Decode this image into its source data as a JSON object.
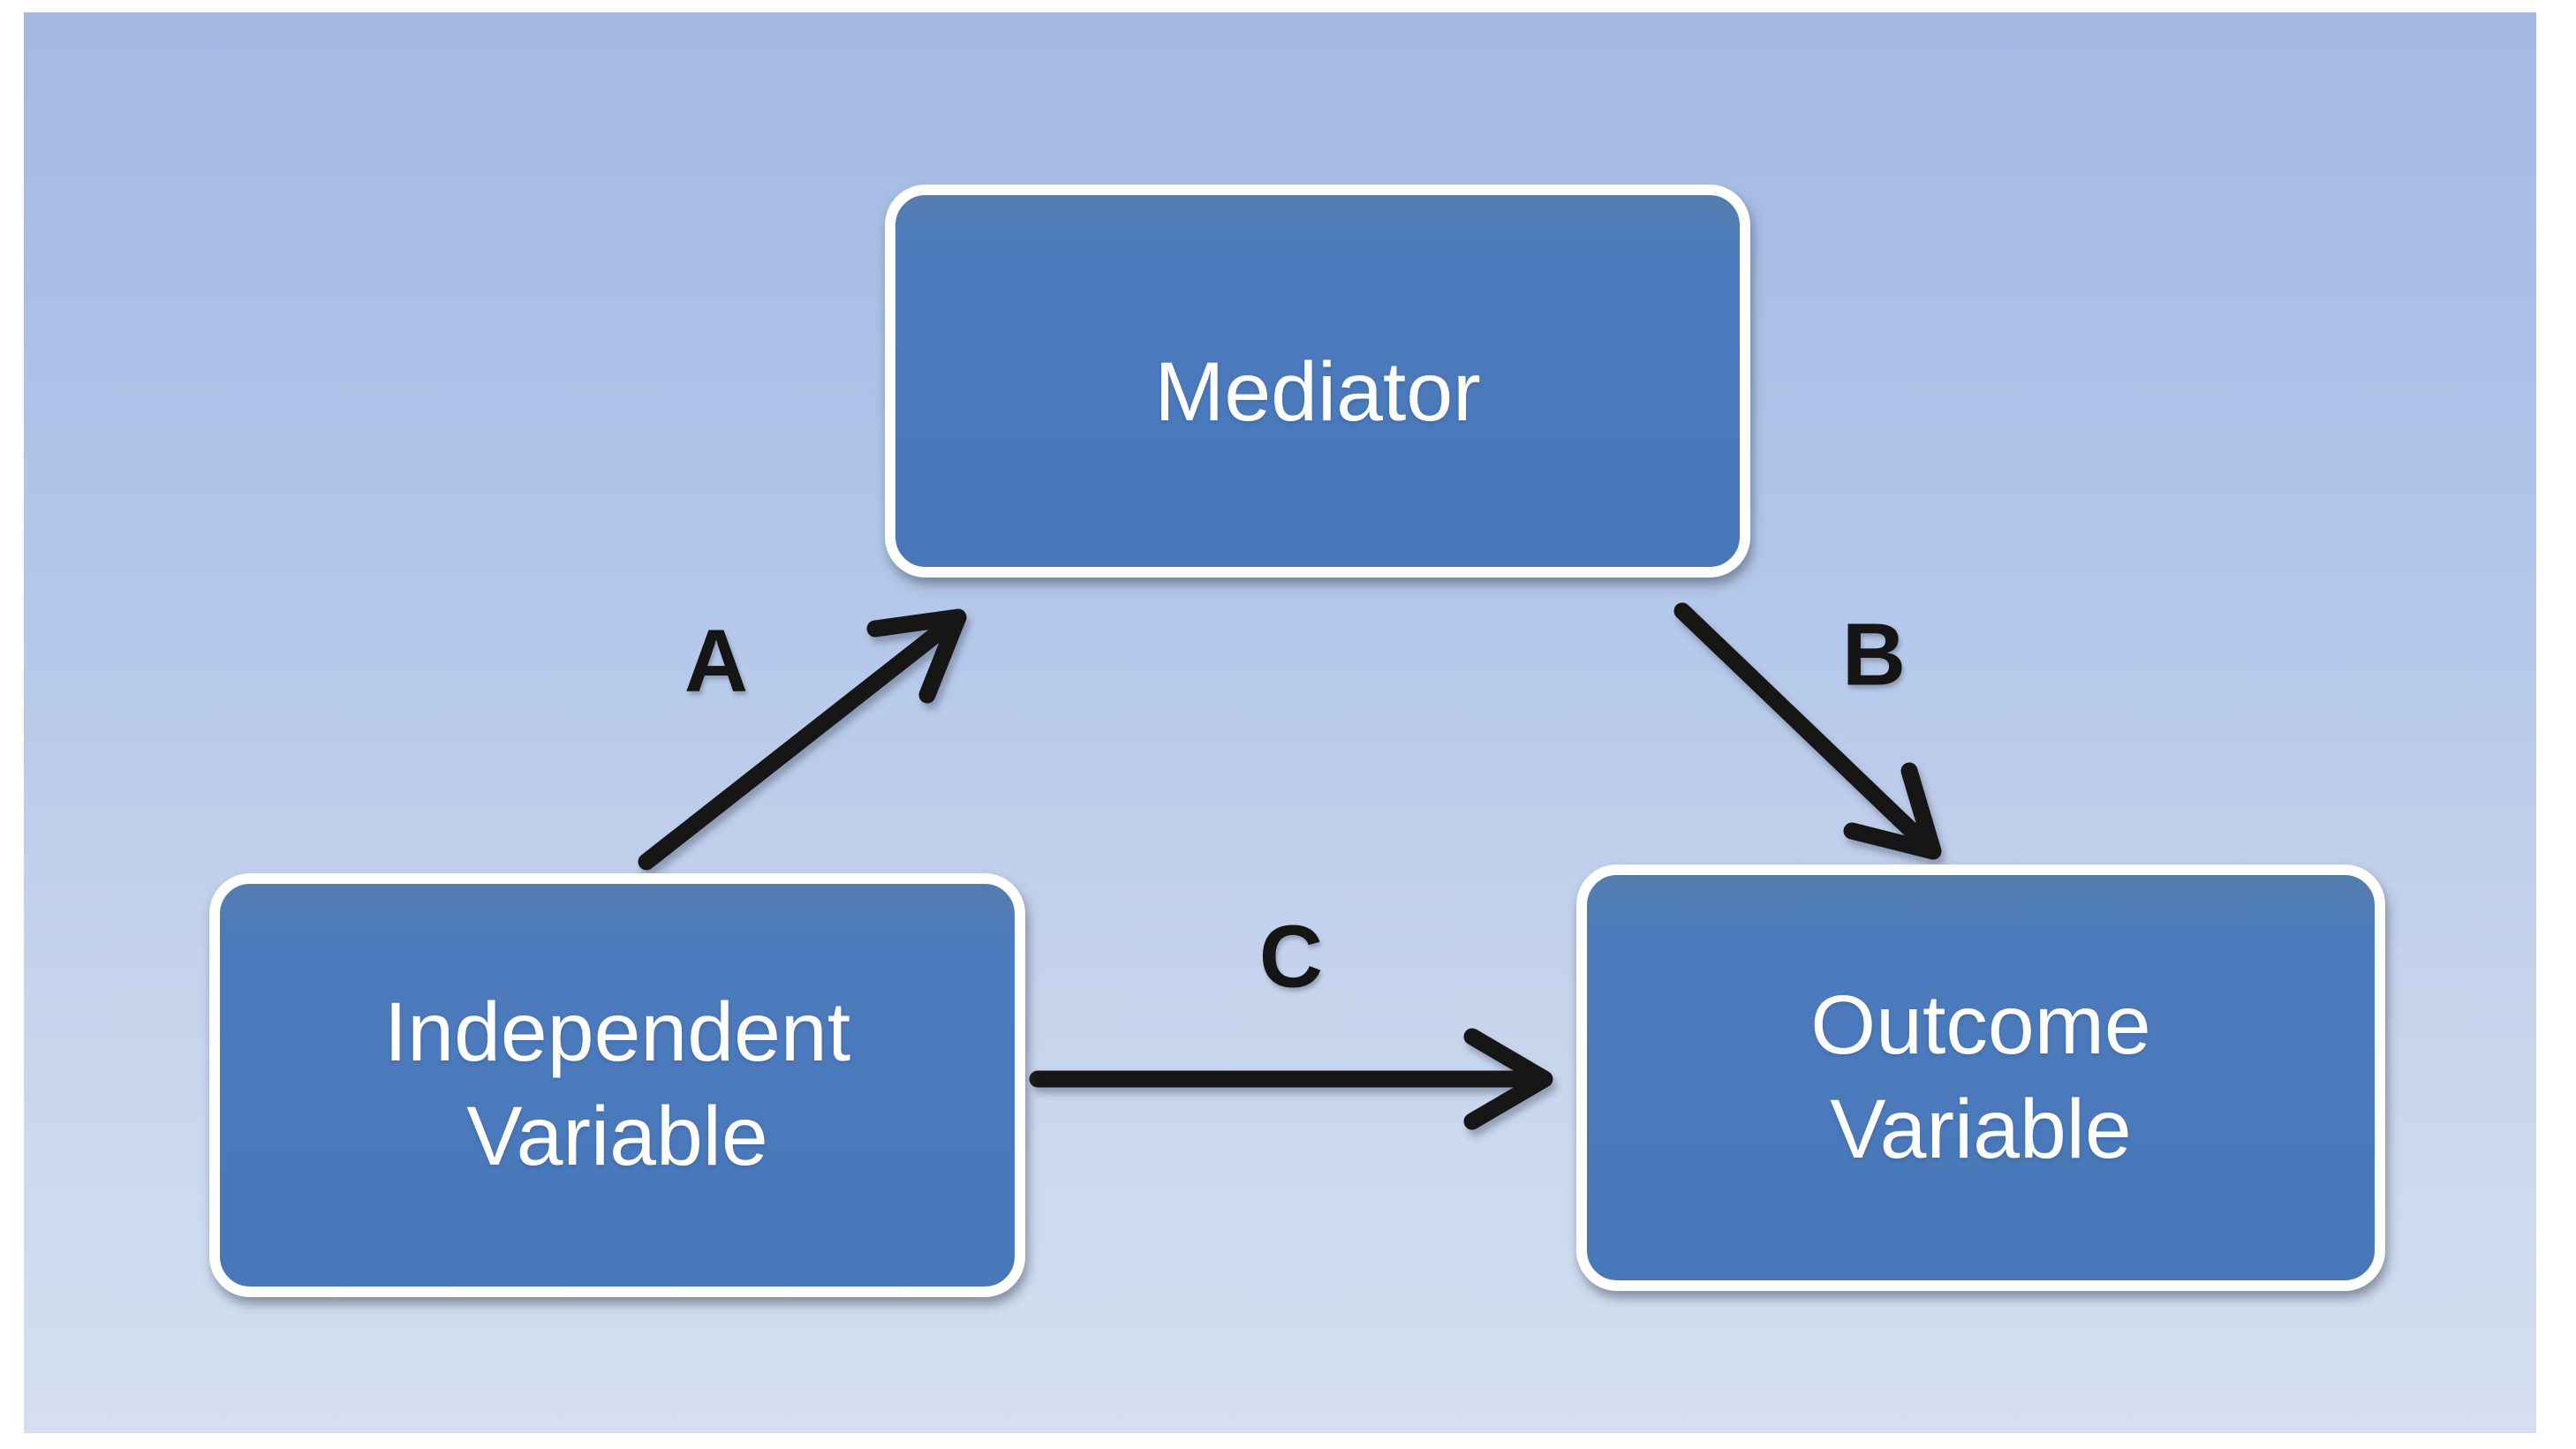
{
  "diagram": {
    "type": "mediation-path-diagram",
    "nodes": {
      "mediator": {
        "label": "Mediator"
      },
      "independent": {
        "label": "Independent Variable"
      },
      "outcome": {
        "label": "Outcome Variable"
      }
    },
    "edges": {
      "a": {
        "label": "A",
        "from": "Independent Variable",
        "to": "Mediator"
      },
      "b": {
        "label": "B",
        "from": "Mediator",
        "to": "Outcome Variable"
      },
      "c": {
        "label": "C",
        "from": "Independent Variable",
        "to": "Outcome Variable"
      }
    },
    "colors": {
      "canvas_gradient_top": "#a4bae3",
      "canvas_gradient_bottom": "#d5dff0",
      "node_fill": "#4b7abc",
      "node_border": "#ffffff",
      "node_text": "#ffffff",
      "arrow": "#151515",
      "edge_label_text": "#151515"
    }
  }
}
